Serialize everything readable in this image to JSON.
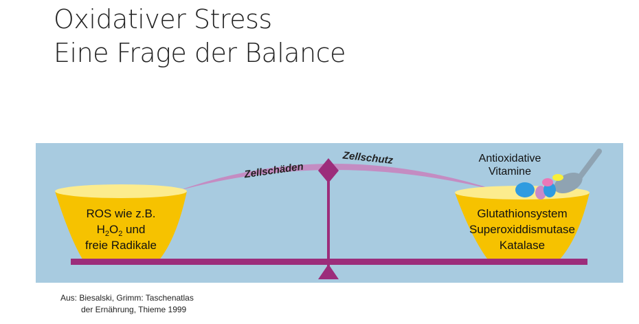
{
  "slide": {
    "title_line1": "Oxidativer Stress",
    "title_line2": "Eine Frage der Balance"
  },
  "diagram": {
    "arc_left_label": "Zellschäden",
    "arc_right_label": "Zellschutz",
    "left_bowl": {
      "line1": "ROS wie z.B.",
      "formula": {
        "h": "H",
        "sub1": "2",
        "o": "O",
        "sub2": "2",
        "rest": " und"
      },
      "line3": "freie Radikale"
    },
    "right_bowl": {
      "line1": "Glutathionsystem",
      "line2": "Superoxiddismutase",
      "line3": "Katalase"
    },
    "spoon_label_line1": "Antioxidative",
    "spoon_label_line2": "Vitamine",
    "colors": {
      "background": "#a8cbe0",
      "beam": "#9c2d7b",
      "bowl": "#f6c200",
      "bowl_rim": "#fcec8e",
      "arc": "#c48cc2"
    }
  },
  "source": {
    "line1": "Aus: Biesalski, Grimm: Taschenatlas",
    "line2": "der Ernährung, Thieme 1999"
  }
}
